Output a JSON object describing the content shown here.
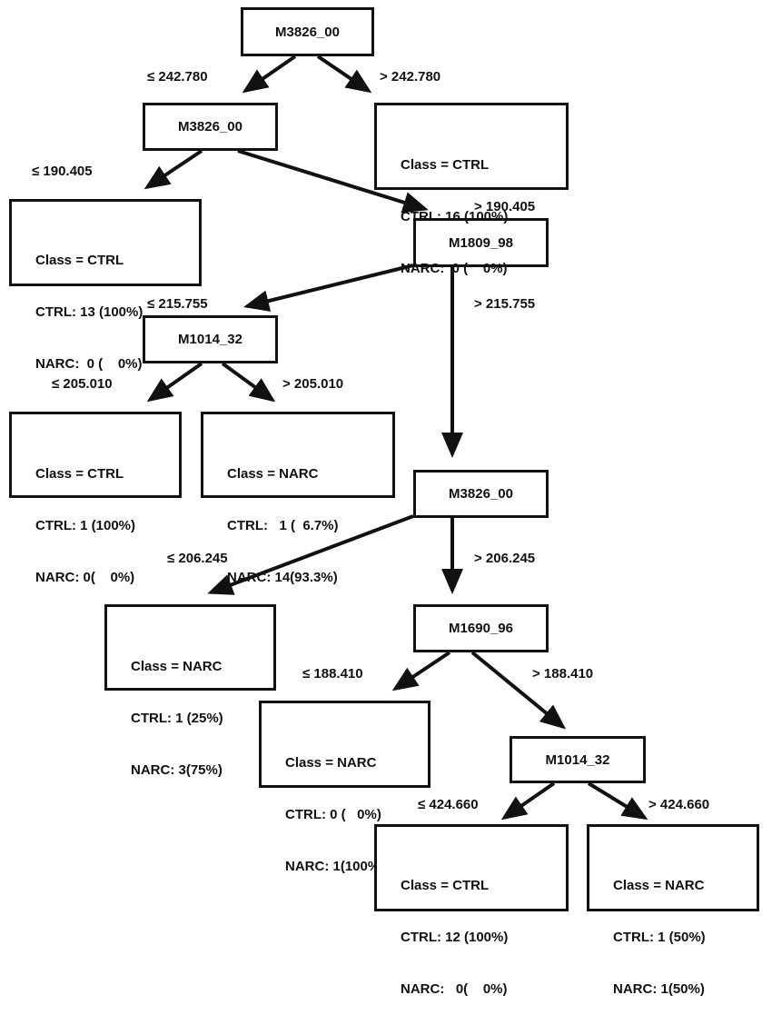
{
  "nodes": {
    "n_root": "M3826_00",
    "n_l1": "M3826_00",
    "n_r2": "M1809_98",
    "n_l3": "M1014_32",
    "n_r4": "M3826_00",
    "n_r5": "M1690_96",
    "n_r6": "M1014_32"
  },
  "leaves": {
    "leaf_ctrl16": [
      "Class = CTRL",
      "CTRL: 16 (100%)",
      "NARC:  0 (    0%)"
    ],
    "leaf_ctrl13": [
      "Class = CTRL",
      "CTRL: 13 (100%)",
      "NARC:  0 (    0%)"
    ],
    "leaf_ctrl1": [
      "Class = CTRL",
      "CTRL: 1 (100%)",
      "NARC: 0(    0%)"
    ],
    "leaf_narc14": [
      "Class = NARC",
      "CTRL:   1 (  6.7%)",
      "NARC: 14(93.3%)"
    ],
    "leaf_narc3": [
      "Class = NARC",
      "CTRL: 1 (25%)",
      "NARC: 3(75%)"
    ],
    "leaf_narc1": [
      "Class = NARC",
      "CTRL: 0 (   0%)",
      "NARC: 1(100%)"
    ],
    "leaf_ctrl12": [
      "Class = CTRL",
      "CTRL: 12 (100%)",
      "NARC:   0(    0%)"
    ],
    "leaf_narc_50": [
      "Class = NARC",
      "CTRL: 1 (50%)",
      "NARC: 1(50%)"
    ]
  },
  "edge_labels": {
    "e1": "≤ 242.780",
    "e2": "> 242.780",
    "e3": "≤ 190.405",
    "e4": "> 190.405",
    "e5": "≤ 215.755",
    "e6": "> 215.755",
    "e7": "≤ 205.010",
    "e8": "> 205.010",
    "e9": "≤ 206.245",
    "e10": "> 206.245",
    "e11": "≤ 188.410",
    "e12": "> 188.410",
    "e13": "≤ 424.660",
    "e14": "> 424.660"
  },
  "colors": {
    "ink": "#111111",
    "background": "#ffffff"
  }
}
